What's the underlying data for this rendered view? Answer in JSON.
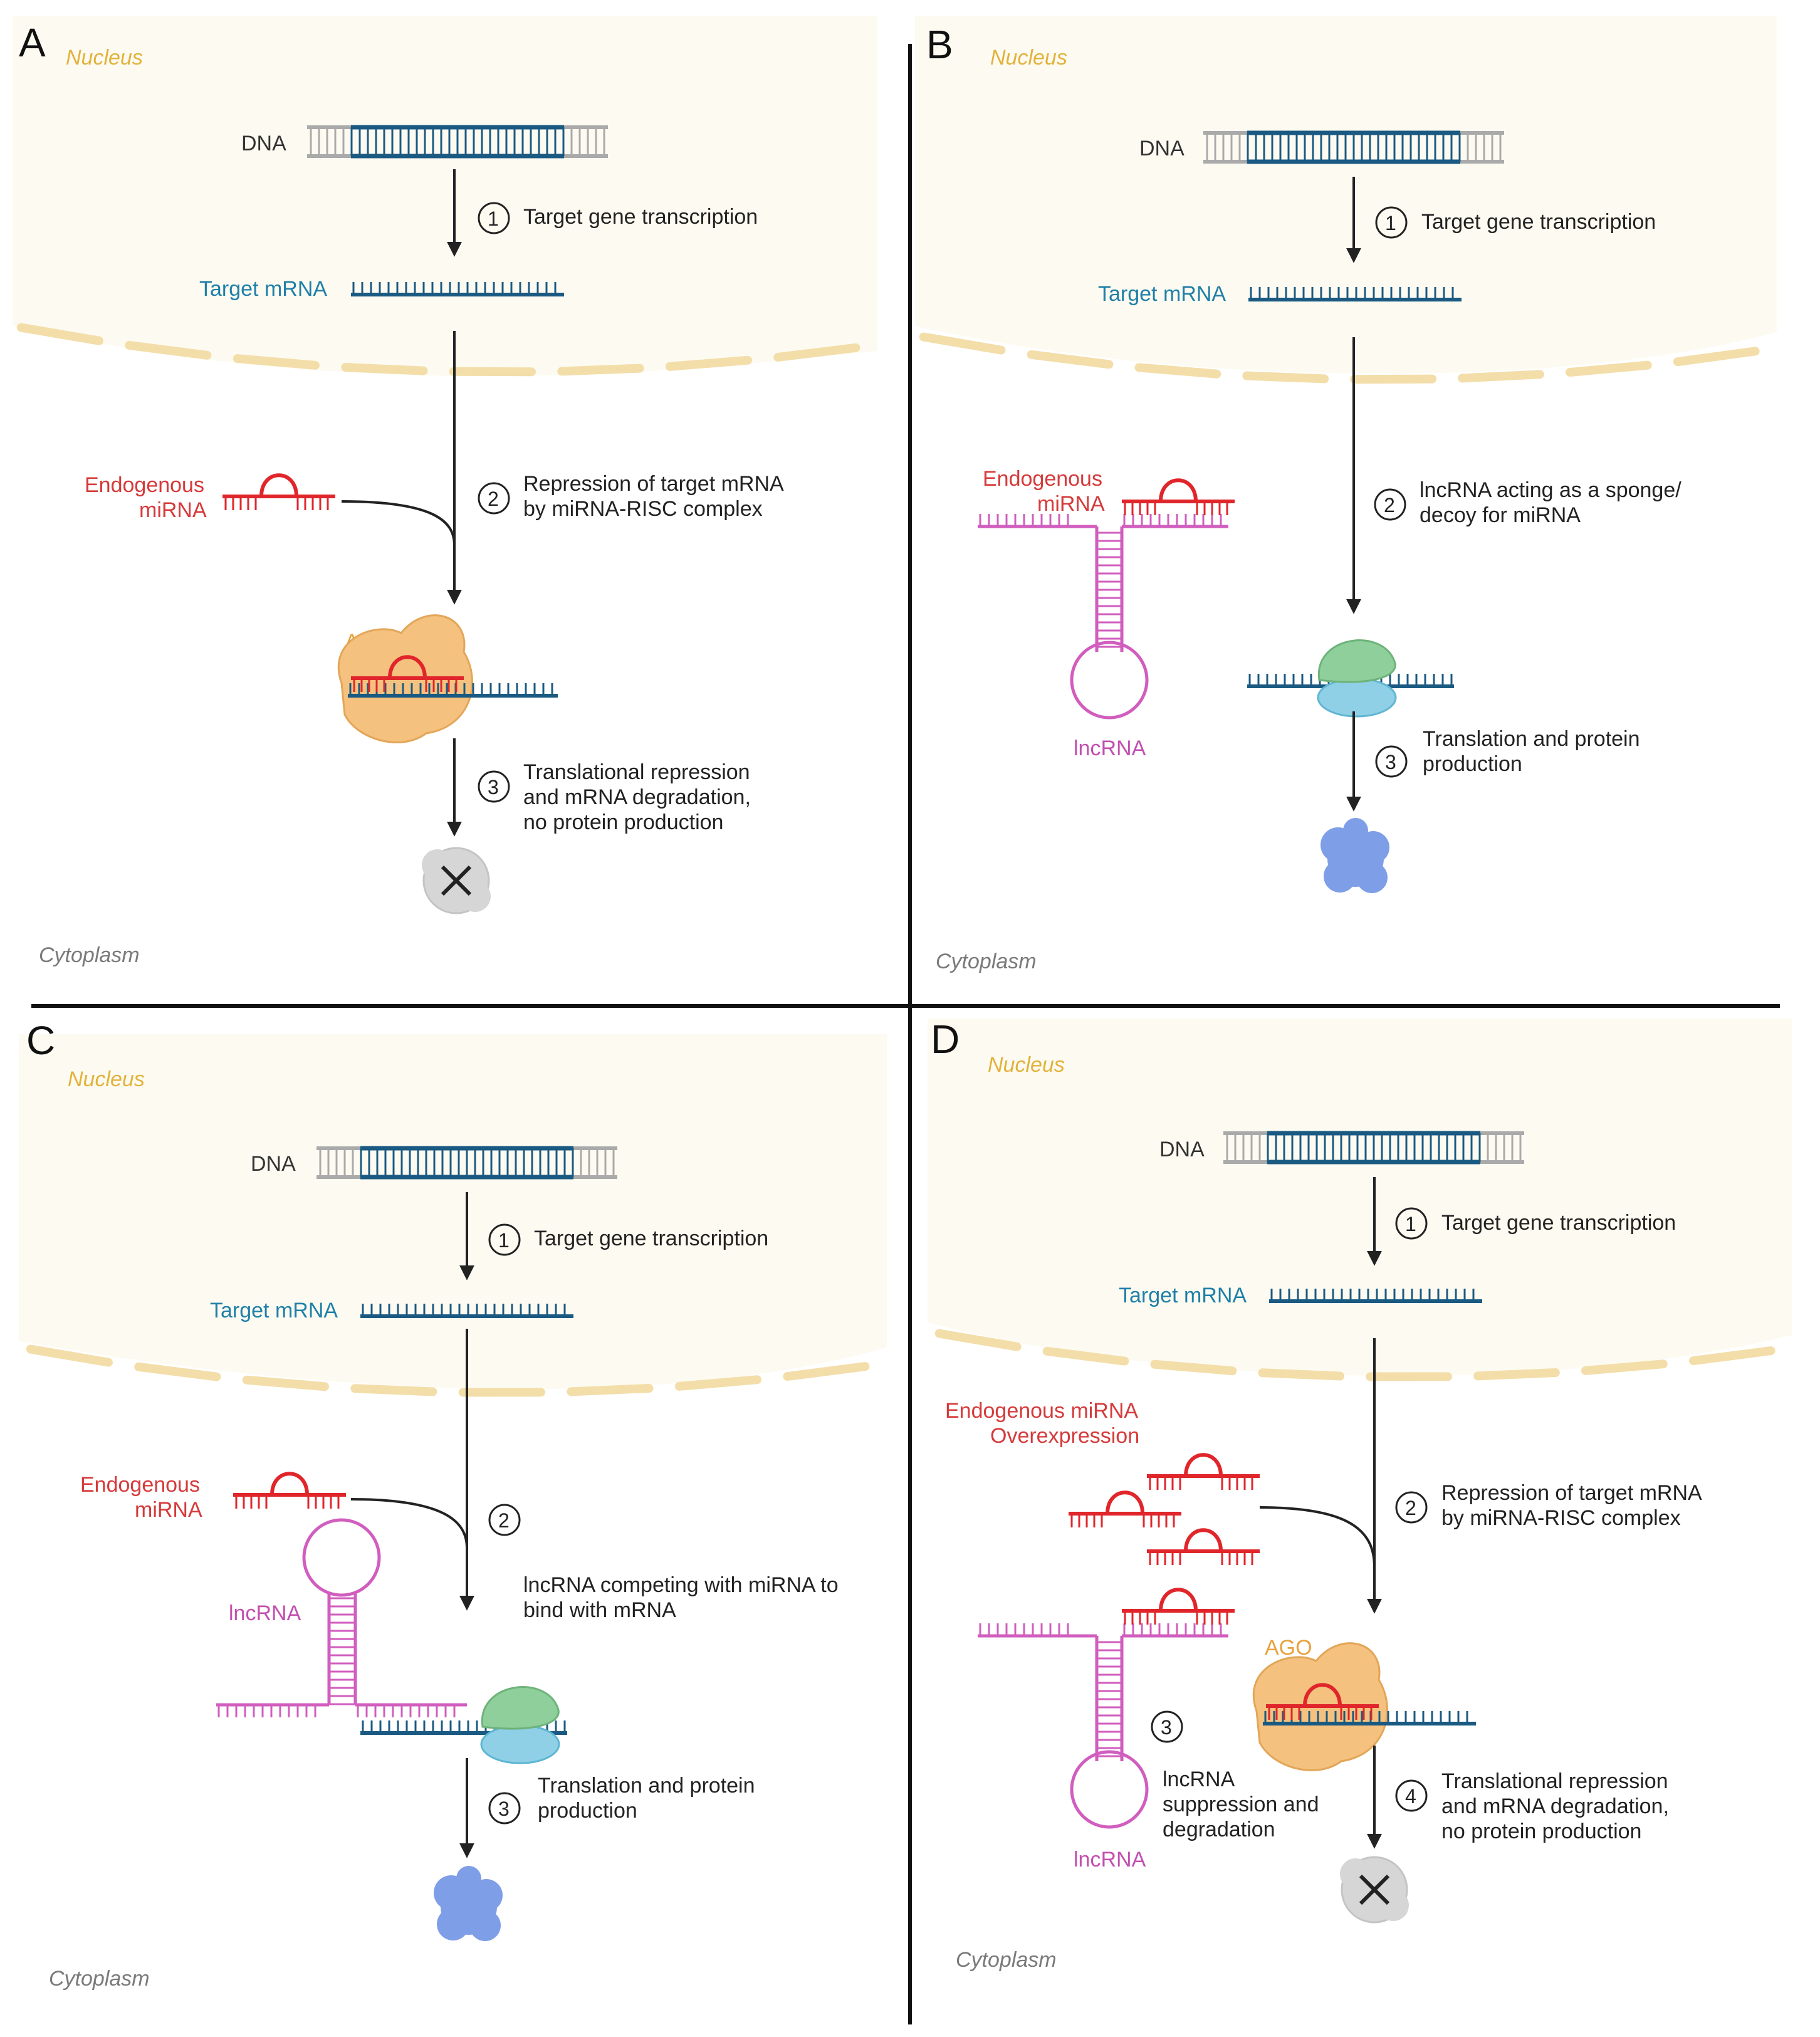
{
  "colors": {
    "nucleus_bg": "#fdfbf1",
    "membrane": "#f3deaa",
    "dna_blue": "#1a5a82",
    "dna_gray": "#aaaaaa",
    "mirna_red": "#e0262b",
    "lncrna_pink": "#d15dbe",
    "ago_orange": "#f4c17f",
    "ribosome_green": "#8fcf9b",
    "ribosome_blue": "#8fd0e6",
    "protein_blue": "#7f9ee8",
    "degraded_gray": "#d6d6d6"
  },
  "common": {
    "nucleus_label": "Nucleus",
    "cytoplasm_label": "Cytoplasm",
    "dna_label": "DNA",
    "target_mrna_label": "Target mRNA",
    "lncrna_label": "lncRNA",
    "ago_label": "AGO"
  },
  "panels": {
    "A": {
      "letter": "A",
      "mirna_label_1": "Endogenous",
      "mirna_label_2": "miRNA",
      "step1_num": "1",
      "step1_text": "Target gene transcription",
      "step2_num": "2",
      "step2_line1": "Repression of target mRNA",
      "step2_line2": "by miRNA-RISC complex",
      "step3_num": "3",
      "step3_line1": "Translational repression",
      "step3_line2": "and mRNA degradation,",
      "step3_line3": "no protein production"
    },
    "B": {
      "letter": "B",
      "mirna_label_1": "Endogenous",
      "mirna_label_2": "miRNA",
      "step1_num": "1",
      "step1_text": "Target gene transcription",
      "step2_num": "2",
      "step2_line1": "lncRNA acting as a sponge/",
      "step2_line2": "decoy for miRNA",
      "step3_num": "3",
      "step3_line1": "Translation and protein",
      "step3_line2": "production"
    },
    "C": {
      "letter": "C",
      "mirna_label_1": "Endogenous",
      "mirna_label_2": "miRNA",
      "step1_num": "1",
      "step1_text": "Target gene transcription",
      "step2_num": "2",
      "step2_line1": "lncRNA competing with miRNA to",
      "step2_line2": "bind with mRNA",
      "step3_num": "3",
      "step3_line1": "Translation and protein",
      "step3_line2": "production"
    },
    "D": {
      "letter": "D",
      "mirna_label_1": "Endogenous miRNA",
      "mirna_label_2": "Overexpression",
      "step1_num": "1",
      "step1_text": "Target gene transcription",
      "step2_num": "2",
      "step2_line1": "Repression of target mRNA",
      "step2_line2": "by miRNA-RISC complex",
      "step3_num": "3",
      "step3_line1": "lncRNA",
      "step3_line2": "suppression and",
      "step3_line3": "degradation",
      "step4_num": "4",
      "step4_line1": "Translational repression",
      "step4_line2": "and mRNA degradation,",
      "step4_line3": "no protein production"
    }
  }
}
